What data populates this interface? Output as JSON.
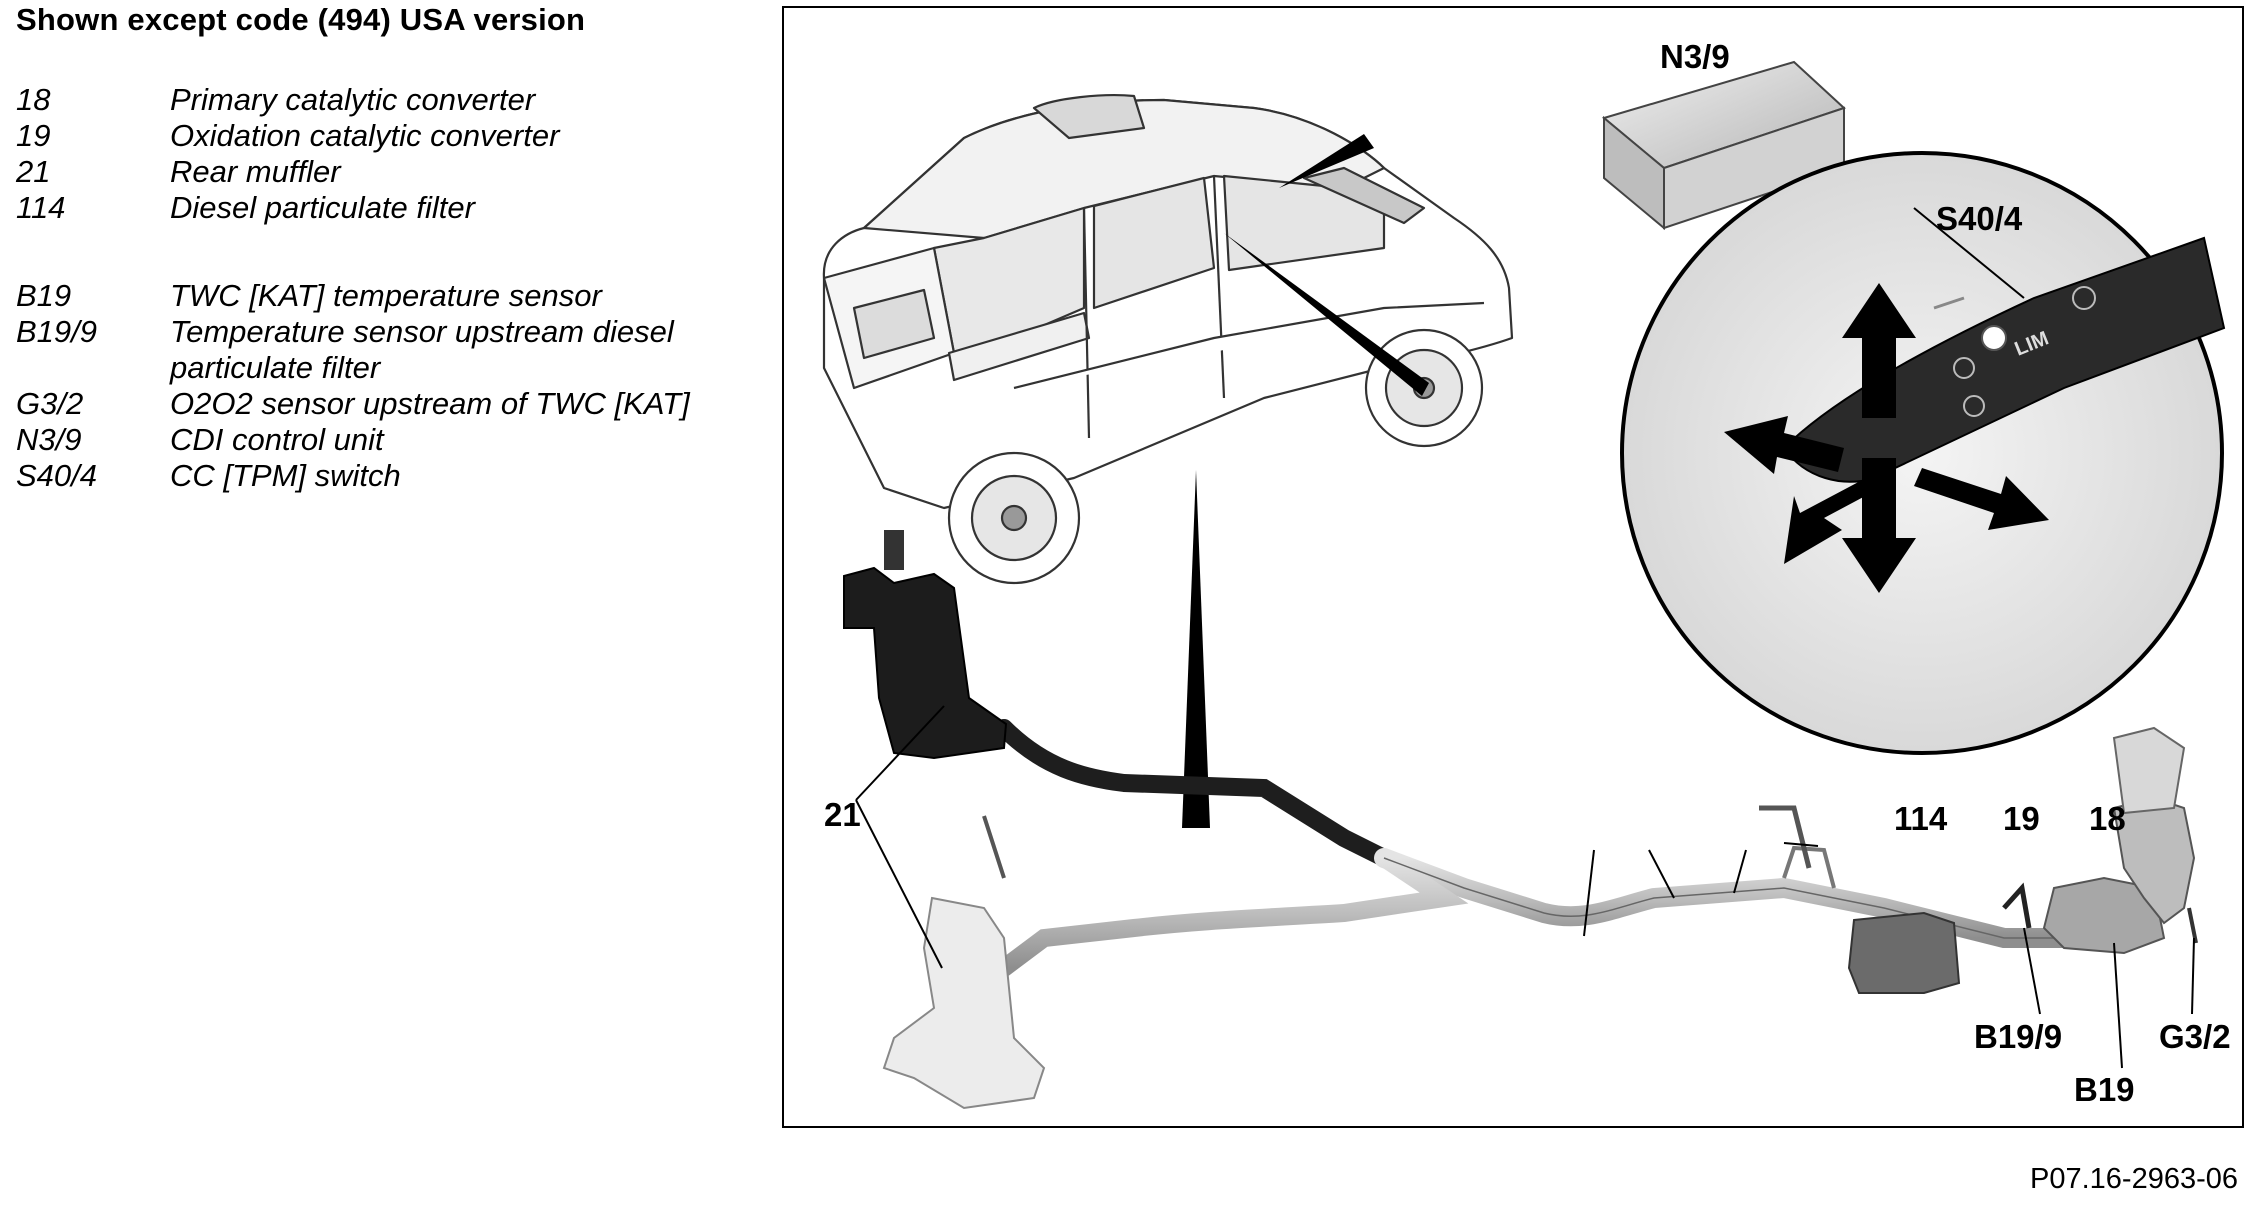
{
  "heading": "Shown except code (494) USA version",
  "legend": [
    {
      "code": "18",
      "desc": "Primary catalytic converter"
    },
    {
      "code": "19",
      "desc": "Oxidation catalytic converter"
    },
    {
      "code": "21",
      "desc": "Rear muffler"
    },
    {
      "code": "114",
      "desc": "Diesel particulate filter"
    },
    {
      "code": "B19",
      "desc": "TWC [KAT] temperature sensor"
    },
    {
      "code": "B19/9",
      "desc": "Temperature sensor upstream diesel particulate filter"
    },
    {
      "code": "G3/2",
      "desc": "O2O2 sensor upstream of TWC [KAT]"
    },
    {
      "code": "N3/9",
      "desc": "CDI control unit"
    },
    {
      "code": "S40/4",
      "desc": "CC [TPM] switch"
    }
  ],
  "callouts": {
    "n3_9": "N3/9",
    "s40_4": "S40/4",
    "c21": "21",
    "c114": "114",
    "c19": "19",
    "c18": "18",
    "b19_9": "B19/9",
    "g3_2": "G3/2",
    "b19": "B19"
  },
  "switch_markings": {
    "lim": "LIM"
  },
  "reference_code": "P07.16-2963-06"
}
